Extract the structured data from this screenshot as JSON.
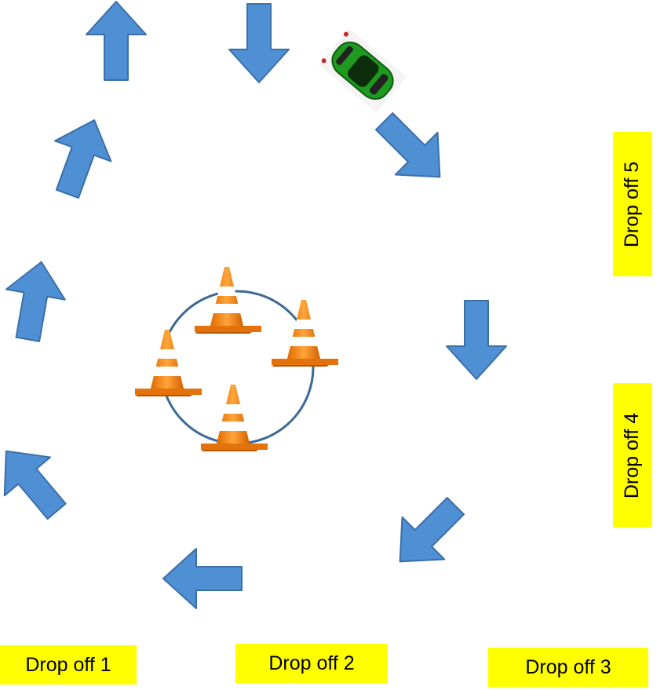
{
  "colors": {
    "arrow_fill": "#4f8fd3",
    "arrow_stroke": "#3b6fa8",
    "circle_stroke": "#3d6897",
    "cone_orange": "#f08a1c",
    "cone_white": "#ffffff",
    "car_body": "#1e9a1e",
    "label_bg": "#ffff00"
  },
  "icons": [
    "arrow-icon",
    "traffic-cone-icon",
    "car-icon"
  ],
  "drop_offs": [
    {
      "label": "Drop off 1"
    },
    {
      "label": "Drop off 2"
    },
    {
      "label": "Drop off 3"
    },
    {
      "label": "Drop off 4"
    },
    {
      "label": "Drop off 5"
    }
  ]
}
